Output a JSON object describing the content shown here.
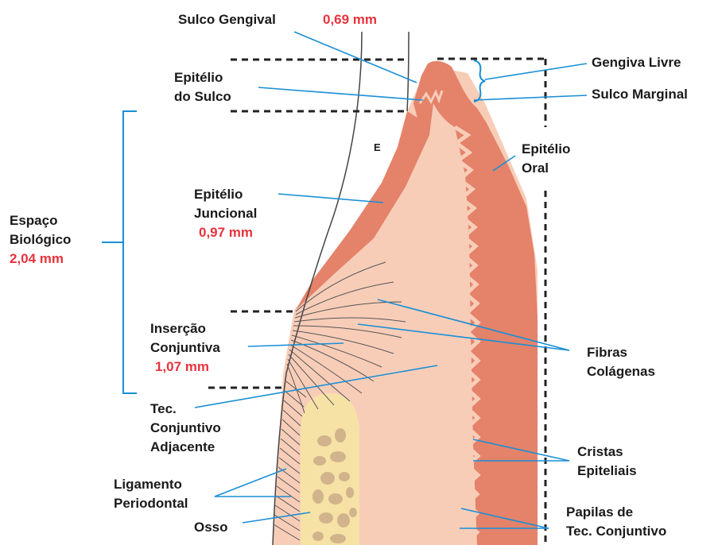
{
  "labels": {
    "sulco_gengival": "Sulco Gengival",
    "sulco_gengival_value": "0,69 mm",
    "gengiva_livre": "Gengiva Livre",
    "sulco_marginal": "Sulco Marginal",
    "epitelio_sulco_1": "Epitélio",
    "epitelio_sulco_2": "do Sulco",
    "epitelio_oral_1": "Epitélio",
    "epitelio_oral_2": "Oral",
    "e_marker": "E",
    "epitelio_juncional_1": "Epitélio",
    "epitelio_juncional_2": "Juncional",
    "epitelio_juncional_value": "0,97 mm",
    "espaco_1": "Espaço",
    "espaco_2": "Biológico",
    "espaco_value": "2,04 mm",
    "insercao_1": "Inserção",
    "insercao_2": "Conjuntiva",
    "insercao_value": "1,07 mm",
    "fibras_1": "Fibras",
    "fibras_2": "Colágenas",
    "tec_1": "Tec.",
    "tec_2": "Conjuntivo",
    "tec_3": "Adjacente",
    "cristas_1": "Cristas",
    "cristas_2": "Epiteliais",
    "ligamento_1": "Ligamento",
    "ligamento_2": "Periodontal",
    "osso": "Osso",
    "papilas_1": "Papilas de",
    "papilas_2": "Tec. Conjuntivo"
  },
  "colors": {
    "epithelium": "#e4826a",
    "connective": "#f8cdb8",
    "bone": "#f7e2a6",
    "bone_spots": "#d1b48c",
    "leader": "#1a8fd6",
    "value_red": "#e8333d"
  }
}
